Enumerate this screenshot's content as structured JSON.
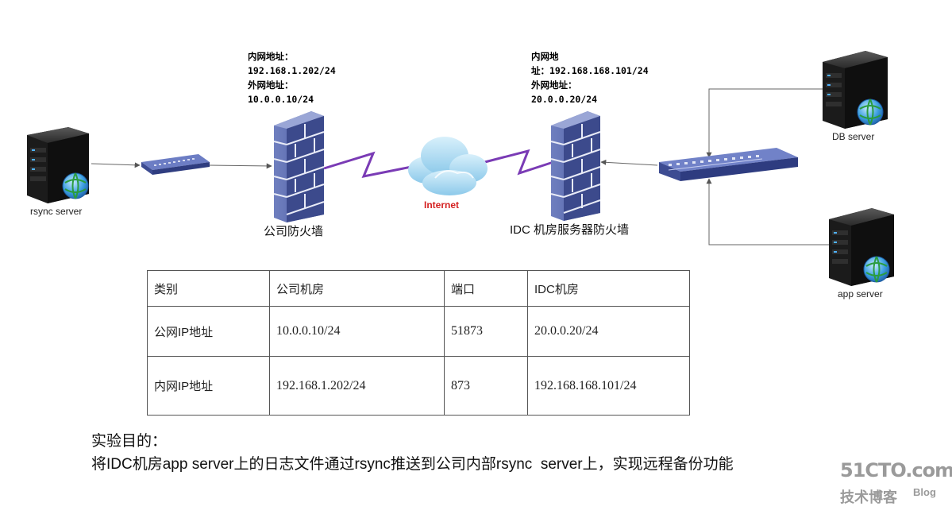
{
  "nodes": {
    "rsync_server": "rsync server",
    "db_server": "DB server",
    "app_server": "app server",
    "internet": "Internet",
    "company_firewall": "公司防火墙",
    "idc_firewall": "IDC 机房服务器防火墙"
  },
  "company_fw_info": [
    "内网地址：",
    "192.168.1.202/24",
    "外网地址：",
    "10.0.0.10/24"
  ],
  "idc_fw_info": [
    "内网地",
    "址：192.168.168.101/24",
    "外网地址：",
    "20.0.0.20/24"
  ],
  "table": {
    "headers": [
      "类别",
      "公司机房",
      "端口",
      "IDC机房"
    ],
    "rows": [
      [
        "公网IP地址",
        "10.0.0.10/24",
        "51873",
        "20.0.0.20/24"
      ],
      [
        "内网IP地址",
        "192.168.1.202/24",
        "873",
        "192.168.168.101/24"
      ]
    ]
  },
  "purpose": {
    "title": "实验目的：",
    "text": "将IDC机房app server上的日志文件通过rsync推送到公司内部rsync  server上，实现远程备份功能"
  },
  "watermark": {
    "main": "51CTO.com",
    "sub": "技术博客",
    "blog": "Blog"
  }
}
